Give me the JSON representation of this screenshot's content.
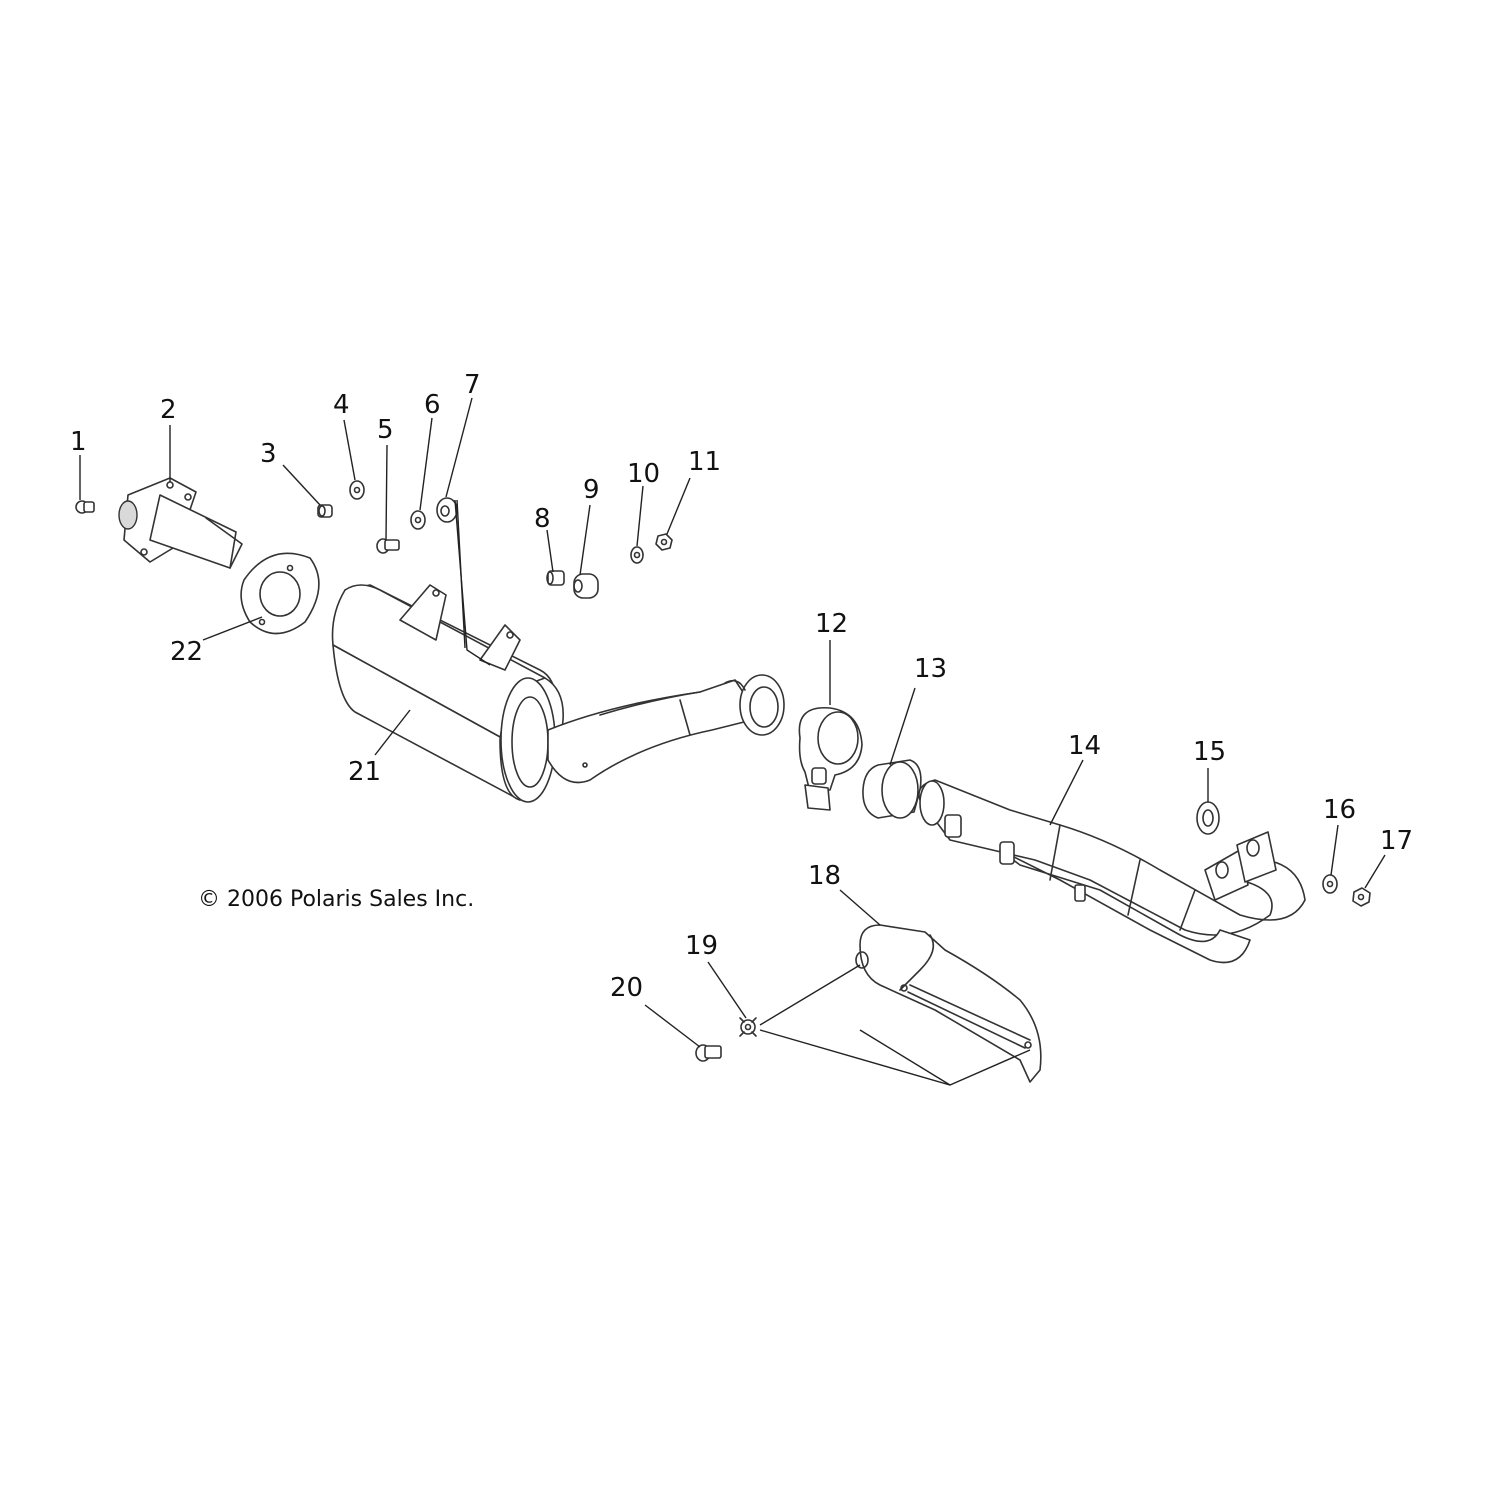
{
  "copyright": "© 2006 Polaris Sales Inc.",
  "callouts": [
    "1",
    "2",
    "3",
    "4",
    "5",
    "6",
    "7",
    "8",
    "9",
    "10",
    "11",
    "12",
    "13",
    "14",
    "15",
    "16",
    "17",
    "18",
    "19",
    "20",
    "21",
    "22"
  ]
}
